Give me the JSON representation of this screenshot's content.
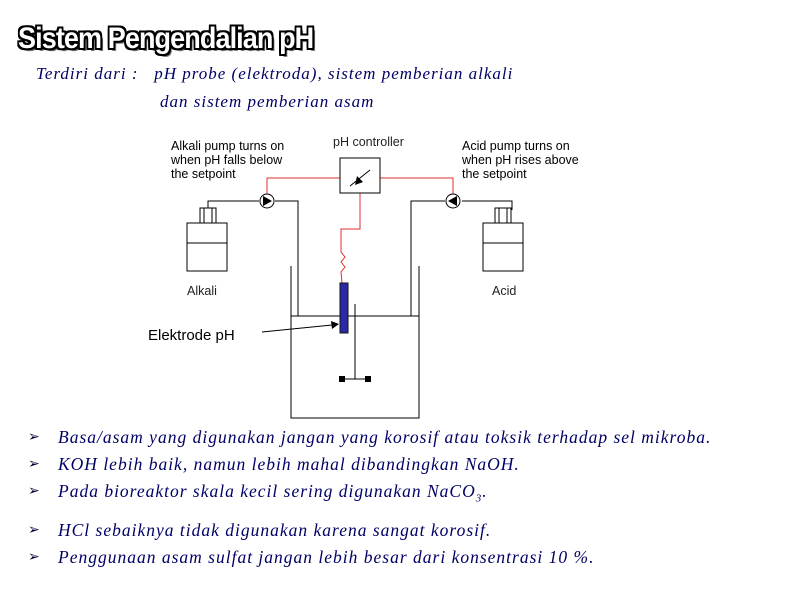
{
  "title": "Sistem Pengendalian pH",
  "intro": {
    "label": "Terdiri dari :",
    "line1": "pH probe (elektroda), sistem pemberian alkali",
    "line2": "dan sistem pemberian asam"
  },
  "diagram": {
    "controller_label": "pH controller",
    "alkali_pump_note": [
      "Alkali pump turns on",
      "when pH falls below",
      "the setpoint"
    ],
    "acid_pump_note": [
      "Acid pump turns on",
      "when pH rises above",
      "the setpoint"
    ],
    "alkali_label": "Alkali",
    "acid_label": "Acid",
    "electrode_label": "Elektrode pH",
    "colors": {
      "signal": "#e03030",
      "probe": "#2a2aa8",
      "line": "#000000"
    }
  },
  "bullets": [
    {
      "text": "Basa/asam yang digunakan jangan yang korosif atau toksik terhadap sel mikroba."
    },
    {
      "text": "KOH lebih baik, namun lebih mahal dibandingkan NaOH."
    },
    {
      "text_before": "Pada bioreaktor skala kecil sering digunakan NaCO",
      "subscript": "3",
      "text_after": "."
    },
    {
      "text": "HCl sebaiknya tidak digunakan karena sangat korosif."
    },
    {
      "text": "Penggunaan asam sulfat jangan lebih besar dari konsentrasi 10 %."
    }
  ],
  "bullet_icon": "arrow-bullet-icon"
}
